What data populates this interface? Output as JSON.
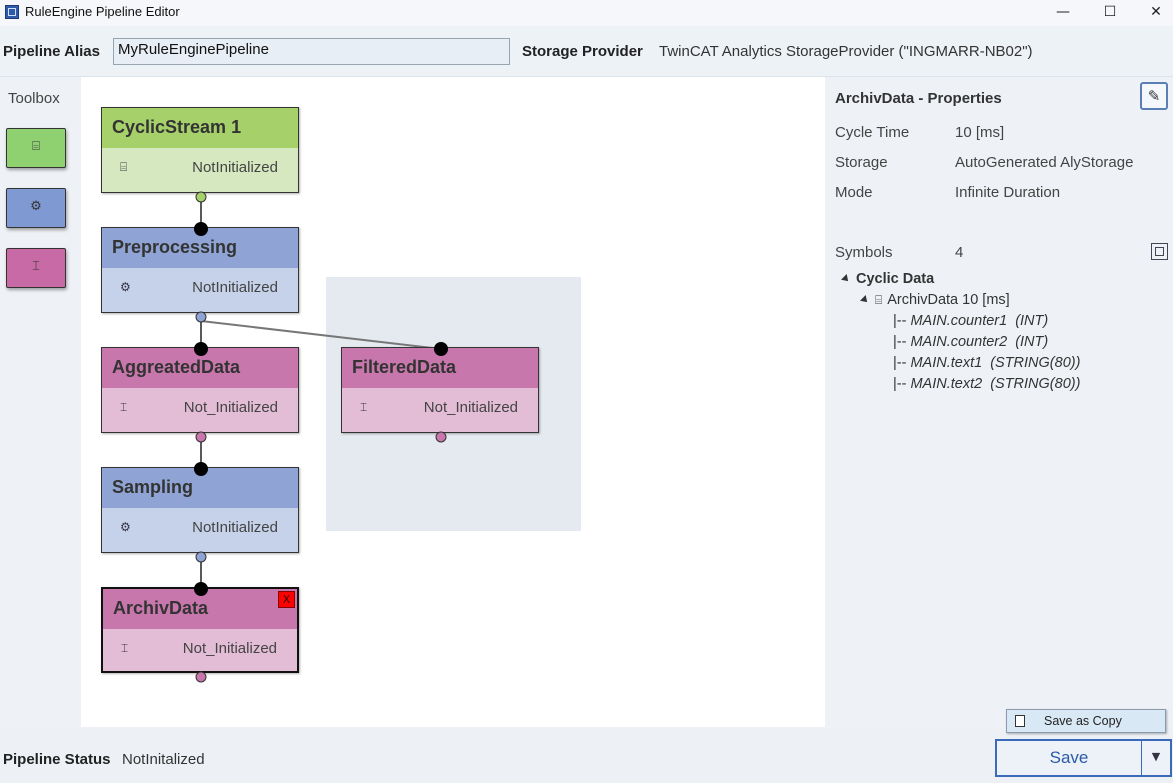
{
  "window": {
    "title": "RuleEngine Pipeline Editor"
  },
  "header": {
    "alias_label": "Pipeline Alias",
    "alias_value": "MyRuleEnginePipeline",
    "storage_label": "Storage Provider",
    "storage_value": "TwinCAT Analytics StorageProvider (\"INGMARR-NB02\")"
  },
  "toolbox": {
    "title": "Toolbox"
  },
  "nodes": [
    {
      "title": "CyclicStream 1",
      "status": "NotInitialized",
      "kind": "source"
    },
    {
      "title": "Preprocessing",
      "status": "NotInitialized",
      "kind": "processor"
    },
    {
      "title": "AggreatedData",
      "status": "Not_Initialized",
      "kind": "sink"
    },
    {
      "title": "FilteredData",
      "status": "Not_Initialized",
      "kind": "sink"
    },
    {
      "title": "Sampling",
      "status": "NotInitialized",
      "kind": "processor"
    },
    {
      "title": "ArchivData",
      "status": "Not_Initialized",
      "kind": "sink",
      "selected": true,
      "delete_label": "X"
    }
  ],
  "properties": {
    "title": "ArchivData - Properties",
    "cycle_time_label": "Cycle Time",
    "cycle_time_value": "10 [ms]",
    "storage_label": "Storage",
    "storage_value": "AutoGenerated AlyStorage",
    "mode_label": "Mode",
    "mode_value": "Infinite Duration",
    "symbols_label": "Symbols",
    "symbols_value": "4",
    "tree": {
      "root": "Cyclic Data",
      "child": "ArchivData 10 [ms]",
      "prefix": "|--",
      "symbols": [
        {
          "name": "MAIN.counter1",
          "type": "(INT)"
        },
        {
          "name": "MAIN.counter2",
          "type": "(INT)"
        },
        {
          "name": "MAIN.text1",
          "type": "(STRING(80))"
        },
        {
          "name": "MAIN.text2",
          "type": "(STRING(80))"
        }
      ]
    }
  },
  "footer": {
    "status_label": "Pipeline Status",
    "status_value": "NotInitalized",
    "save_label": "Save",
    "save_as_copy_label": "Save as Copy"
  },
  "colors": {
    "source": "#a6d06a",
    "processor": "#8fa4d4",
    "sink": "#c877ad",
    "accent": "#3a6ab8",
    "delete": "#ff0000"
  }
}
